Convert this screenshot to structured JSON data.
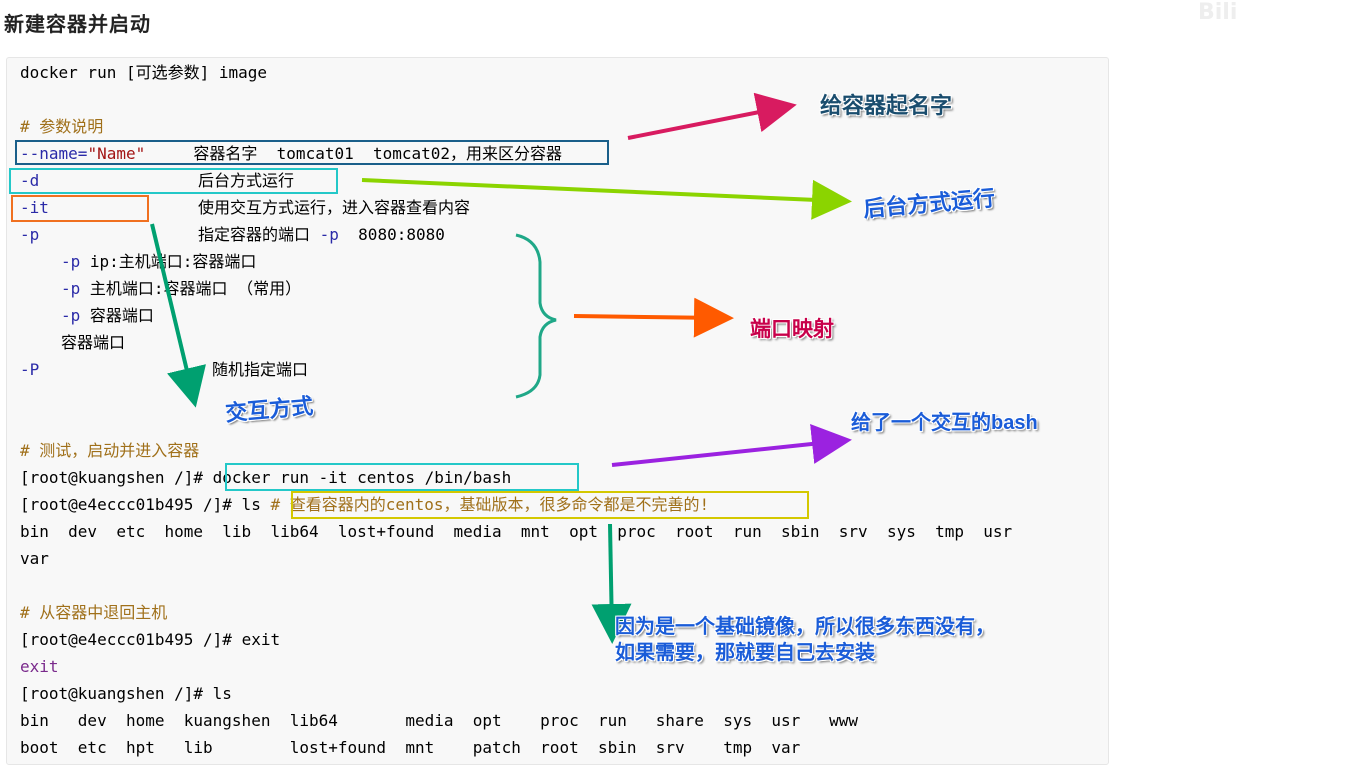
{
  "heading": "新建容器并启动",
  "code_lines": {
    "l01": "docker run [可选参数] image",
    "l02": "# 参数说明",
    "l03a": "--name=",
    "l03b": "\"Name\"",
    "l03c": "     容器名字  tomcat01  tomcat02，用来区分容器",
    "l04a": "-d",
    "l04b": "后台方式运行",
    "l05a": "-it",
    "l05b": "使用交互方式运行，进入容器查看内容",
    "l06a": "-p",
    "l06b": "指定容器的端口 ",
    "l06c": "-p",
    "l06d": "  8080:8080",
    "l07a": "-p",
    "l07b": " ip:主机端口:容器端口",
    "l08a": "-p",
    "l08b": " 主机端口:容器端口 （常用）",
    "l09a": "-p",
    "l09b": " 容器端口",
    "l10": "容器端口",
    "l11a": "-P",
    "l11b": "随机指定端口",
    "l12": "# 测试，启动并进入容器",
    "l13a": "[root@kuangshen /]# ",
    "l13b": "docker run -it centos /bin/bash",
    "l14a": "[root@e4eccc01b495 /]# ls ",
    "l14b": "# 查看容器内的centos，基础版本，很多命令都是不完善的!",
    "l15": "bin  dev  etc  home  lib  lib64  lost+found  media  mnt  opt  proc  root  run  sbin  srv  sys  tmp  usr",
    "l16": "var",
    "l17": "# 从容器中退回主机",
    "l18a": "[root@e4eccc01b495 /]# ",
    "l18b": "exit",
    "l19": "exit",
    "l20a": "[root@kuangshen /]# ",
    "l20b": "ls",
    "l21": "bin   dev  home  kuangshen  lib64       media  opt    proc  run   share  sys  usr   www",
    "l22": "boot  etc  hpt   lib        lost+found  mnt    patch  root  sbin  srv    tmp  var"
  },
  "annotations": {
    "name": "给容器起名字",
    "detach": "后台方式运行",
    "port": "端口映射",
    "interactive": "交互方式",
    "bash": "给了一个交互的bash",
    "base_image_1": "因为是一个基础镜像，所以很多东西没有，",
    "base_image_2": "如果需要，那就要自己去安装"
  },
  "colors": {
    "note_dark": "#1a4d6e",
    "note_blue": "#1a5cd8",
    "note_pink": "#c8004a",
    "arrow_red": "#d81b60",
    "arrow_green": "#8bd400",
    "arrow_orange": "#ff5a00",
    "arrow_teal": "#00a070",
    "arrow_purple": "#9b22e0",
    "frame_blue": "#1a5f8a",
    "frame_cyan": "#24c8c8",
    "frame_orange": "#f07020",
    "frame_yellow": "#d4c800"
  }
}
